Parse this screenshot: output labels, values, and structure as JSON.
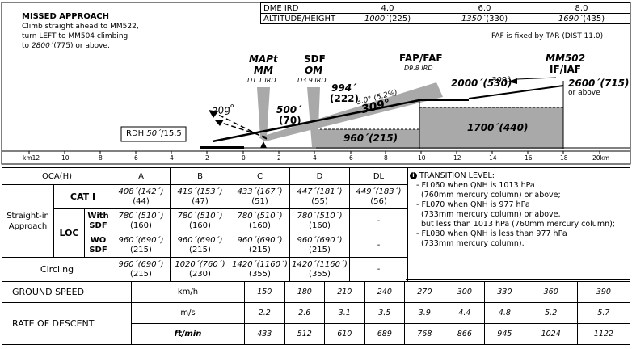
{
  "missed_approach": {
    "title": "MISSED APPROACH",
    "line1": "Climb straight ahead to MM522,",
    "line2": "turn LEFT to MM504 climbing",
    "line3_alt": "2800´",
    "line3_rest": "(775) or above."
  },
  "dme_table": {
    "row1_label": "DME IRD",
    "row2_label": "ALTITUDE/HEIGHT",
    "dme": [
      "4.0",
      "6.0",
      "8.0"
    ],
    "alt": [
      "1000´",
      "1350´",
      "1690´"
    ],
    "hgt": [
      "(225)",
      "(330)",
      "(435)"
    ]
  },
  "faf_note": "FAF is fixed by TAR (DIST 11.0)",
  "fixes": {
    "mapt": "MAPt",
    "mm": "MM",
    "mm_dist": "D1.1 IRD",
    "sdf": "SDF",
    "om": "OM",
    "om_dist": "D3.9 IRD",
    "faf": "FAP/FAF",
    "faf_dist": "D9.8 IRD",
    "iaf_name": "MM502",
    "iaf_type": "IF/IAF"
  },
  "profile": {
    "alt_994": "994´",
    "hgt_222": "(222)",
    "alt_500": "500´",
    "hgt_70": "(70)",
    "alt_2000": "2000´",
    "hgt_530": "(530)",
    "alt_2600": "2600´",
    "hgt_715": "(715)",
    "or_above": "or above",
    "glide": "3.0° (5.2%)",
    "track_309": "309°",
    "track_309_top": "309°",
    "track_30": "30g°",
    "rdh_label": "RDH",
    "rdh_val": "50´",
    "rdh_val2": "/15.5",
    "box_960": "960´",
    "box_960_h": "(215)",
    "box_1700": "1700´",
    "box_1700_h": "(440)"
  },
  "scale": {
    "labels": [
      "km12",
      "10",
      "8",
      "6",
      "4",
      "2",
      "0",
      "2",
      "4",
      "6",
      "8",
      "10",
      "12",
      "14",
      "16",
      "18",
      "20km"
    ]
  },
  "minima": {
    "header": [
      "OCA(H)",
      "A",
      "B",
      "C",
      "D",
      "DL"
    ],
    "straight_in": "Straight-in Approach",
    "cat1": "CAT I",
    "loc": "LOC",
    "with_sdf": "With SDF",
    "wo_sdf": "WO SDF",
    "circling": "Circling",
    "cat1_vals": [
      [
        "408´(142´)",
        "(44)"
      ],
      [
        "419´(153´)",
        "(47)"
      ],
      [
        "433´(167´)",
        "(51)"
      ],
      [
        "447´(181´)",
        "(55)"
      ],
      [
        "449´(183´)",
        "(56)"
      ]
    ],
    "with_vals": [
      [
        "780´(510´)",
        "(160)"
      ],
      [
        "780´(510´)",
        "(160)"
      ],
      [
        "780´(510´)",
        "(160)"
      ],
      [
        "780´(510´)",
        "(160)"
      ],
      [
        "-",
        ""
      ]
    ],
    "wo_vals": [
      [
        "960´(690´)",
        "(215)"
      ],
      [
        "960´(690´)",
        "(215)"
      ],
      [
        "960´(690´)",
        "(215)"
      ],
      [
        "960´(690´)",
        "(215)"
      ],
      [
        "-",
        ""
      ]
    ],
    "circ_vals": [
      [
        "960´(690´)",
        "(215)"
      ],
      [
        "1020´(760´)",
        "(230)"
      ],
      [
        "1420´(1160´)",
        "(355)"
      ],
      [
        "1420´(1160´)",
        "(355)"
      ],
      [
        "-",
        ""
      ]
    ]
  },
  "transition": {
    "title": "TRANSITION LEVEL:",
    "lines": [
      "- FL060 when QNH is 1013 hPa",
      "(760mm mercury column) or above;",
      "- FL070 when QNH is 977 hPa",
      "(733mm mercury column) or above,",
      "but less than 1013 hPa (760mm mercury column);",
      "- FL080 when QNH is less than 977 hPa",
      "(733mm mercury column)."
    ]
  },
  "ground_speed": {
    "gs_label": "GROUND SPEED",
    "rod_label": "RATE OF DESCENT",
    "kmh": "km/h",
    "ms": "m/s",
    "ftmin": "ft/min",
    "kmh_vals": [
      "150",
      "180",
      "210",
      "240",
      "270",
      "300",
      "330",
      "360",
      "390"
    ],
    "ms_vals": [
      "2.2",
      "2.6",
      "3.1",
      "3.5",
      "3.9",
      "4.4",
      "4.8",
      "5.2",
      "5.7"
    ],
    "ft_vals": [
      "433",
      "512",
      "610",
      "689",
      "768",
      "866",
      "945",
      "1024",
      "1122"
    ]
  }
}
